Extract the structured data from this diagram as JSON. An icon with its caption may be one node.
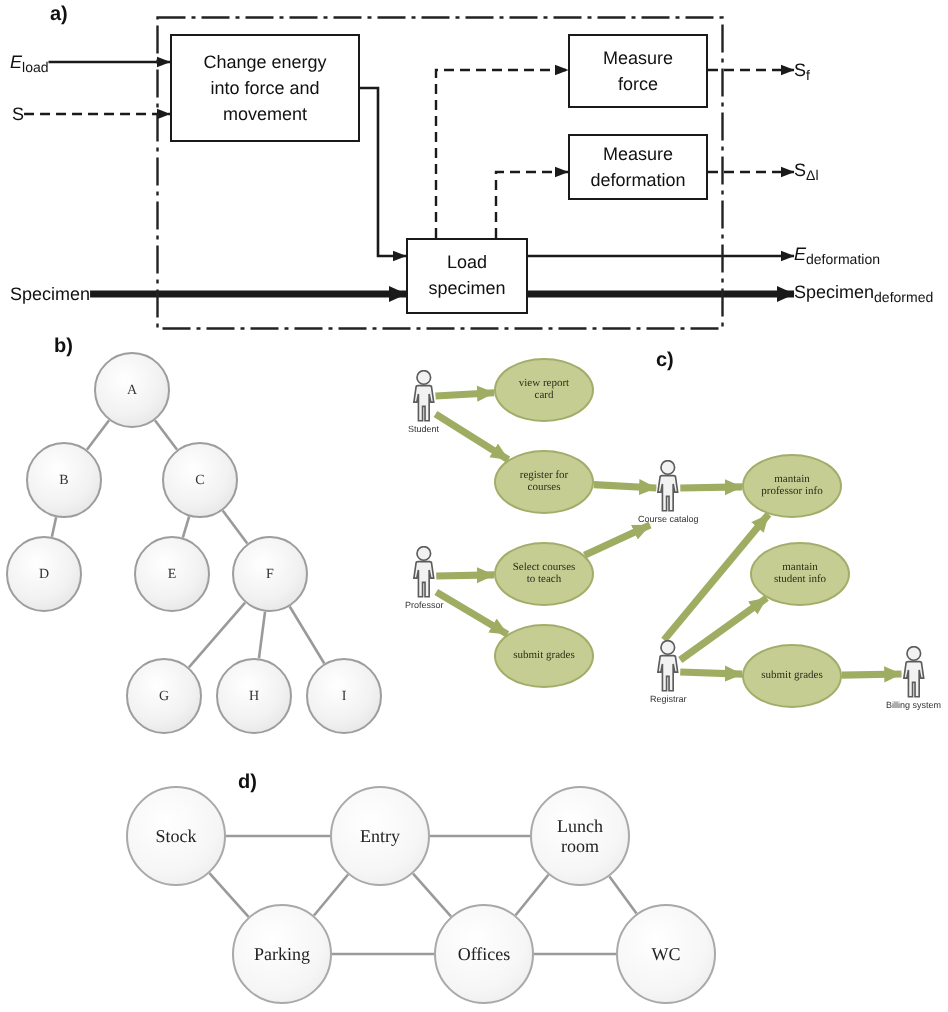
{
  "diagram": {
    "nodes": [
      {
        "text": [
          "*E*$_{load}$"
        ]
      },
      {
        "text": [
          "S"
        ]
      },
      {
        "text": [],
        "shape": "box"
      },
      {
        "text": [
          "Change energy into force and movement"
        ],
        "in": 2
      },
      {
        "text": [
          "Measure force"
        ],
        "in": 2
      },
      {
        "text": [
          "Measure deformation"
        ],
        "in": 2
      },
      {
        "text": [
          "Load specimen"
        ],
        "in": 2
      },
      {
        "text": [
          "Specimen"
        ]
      },
      {
        "text": [
          "S$_{f}$"
        ]
      },
      {
        "text": [
          "S$_{Δl}$"
        ]
      },
      {
        "text": [
          "*E*$_{deformation}$"
        ]
      },
      {
        "text": [
          "Specimen$_{deformed}$"
        ]
      },
      {
        "text": [
          "A"
        ]
      },
      {
        "text": [
          "B"
        ]
      },
      {
        "text": [
          "C"
        ]
      },
      {
        "text": [
          "D"
        ]
      },
      {
        "text": [
          "E"
        ]
      },
      {
        "text": [
          "F"
        ]
      },
      {
        "text": [
          "G"
        ]
      },
      {
        "text": [
          "H"
        ]
      },
      {
        "text": [
          "I"
        ]
      },
      {
        "text": [
          "Student"
        ]
      },
      {
        "text": [
          "view report card"
        ]
      },
      {
        "text": [
          "register for courses"
        ]
      },
      {
        "text": [
          "Course catalog"
        ]
      },
      {
        "text": [
          "mantain professor info"
        ]
      },
      {
        "text": [
          "Professor"
        ]
      },
      {
        "text": [
          "Select courses to teach"
        ]
      },
      {
        "text": [
          "mantain student info"
        ]
      },
      {
        "text": [
          "submit grades"
        ]
      },
      {
        "text": [
          "Registrar"
        ]
      },
      {
        "text": [
          "submit grades"
        ]
      },
      {
        "text": [
          "Billing system"
        ]
      },
      {
        "text": [
          "Stock"
        ]
      },
      {
        "text": [
          "Entry"
        ]
      },
      {
        "text": [
          "Lunch room"
        ]
      },
      {
        "text": [
          "Parking"
        ]
      },
      {
        "text": [
          "Offices"
        ]
      },
      {
        "text": [
          "WC"
        ]
      }
    ],
    "edges": [
      {
        "from": 0,
        "to": 3,
        "arrow": "to",
        "color": "#1a1a1a"
      },
      {
        "from": 1,
        "to": 3,
        "arrow": "to",
        "style": "dashed",
        "color": "#1a1a1a"
      },
      {
        "from": 3,
        "to": 6,
        "arrow": "to",
        "color": "#1a1a1a"
      },
      {
        "from": 7,
        "to": 6,
        "arrow": "to",
        "style": "thick",
        "color": "#1a1a1a"
      },
      {
        "from": 6,
        "to": 4,
        "arrow": "to",
        "style": "dashed",
        "color": "#1a1a1a"
      },
      {
        "from": 6,
        "to": 5,
        "arrow": "to",
        "style": "dashed",
        "color": "#1a1a1a"
      },
      {
        "from": 4,
        "to": 8,
        "arrow": "to",
        "style": "dashed",
        "color": "#1a1a1a"
      },
      {
        "from": 5,
        "to": 9,
        "arrow": "to",
        "style": "dashed",
        "color": "#1a1a1a"
      },
      {
        "from": 6,
        "to": 10,
        "arrow": "to",
        "color": "#1a1a1a"
      },
      {
        "from": 6,
        "to": 11,
        "arrow": "to",
        "style": "thick",
        "color": "#1a1a1a"
      },
      {
        "from": 12,
        "to": 13,
        "arrow": "none"
      },
      {
        "from": 12,
        "to": 14,
        "arrow": "none"
      },
      {
        "from": 13,
        "to": 15,
        "arrow": "none"
      },
      {
        "from": 14,
        "to": 16,
        "arrow": "none"
      },
      {
        "from": 14,
        "to": 17,
        "arrow": "none"
      },
      {
        "from": 17,
        "to": 18,
        "arrow": "none"
      },
      {
        "from": 17,
        "to": 19,
        "arrow": "none"
      },
      {
        "from": 17,
        "to": 20,
        "arrow": "none"
      },
      {
        "from": 21,
        "to": 22,
        "arrow": "to",
        "style": "thick",
        "color": "#9fad63"
      },
      {
        "from": 21,
        "to": 23,
        "arrow": "to",
        "style": "thick",
        "color": "#9fad63"
      },
      {
        "from": 23,
        "to": 24,
        "arrow": "to",
        "style": "thick",
        "color": "#9fad63"
      },
      {
        "from": 24,
        "to": 25,
        "arrow": "to",
        "style": "thick",
        "color": "#9fad63"
      },
      {
        "from": 26,
        "to": 27,
        "arrow": "to",
        "style": "thick",
        "color": "#9fad63"
      },
      {
        "from": 26,
        "to": 29,
        "arrow": "to",
        "style": "thick",
        "color": "#9fad63"
      },
      {
        "from": 27,
        "to": 24,
        "arrow": "to",
        "style": "thick",
        "color": "#9fad63"
      },
      {
        "from": 30,
        "to": 25,
        "arrow": "to",
        "style": "thick",
        "color": "#9fad63"
      },
      {
        "from": 30,
        "to": 28,
        "arrow": "to",
        "style": "thick",
        "color": "#9fad63"
      },
      {
        "from": 30,
        "to": 31,
        "arrow": "to",
        "style": "thick",
        "color": "#9fad63"
      },
      {
        "from": 31,
        "to": 32,
        "arrow": "to",
        "style": "thick",
        "color": "#9fad63"
      },
      {
        "from": 33,
        "to": 34,
        "arrow": "none"
      },
      {
        "from": 34,
        "to": 35,
        "arrow": "none"
      },
      {
        "from": 33,
        "to": 36,
        "arrow": "none"
      },
      {
        "from": 34,
        "to": 36,
        "arrow": "none"
      },
      {
        "from": 34,
        "to": 37,
        "arrow": "none"
      },
      {
        "from": 35,
        "to": 37,
        "arrow": "none"
      },
      {
        "from": 35,
        "to": 38,
        "arrow": "none"
      },
      {
        "from": 36,
        "to": 37,
        "arrow": "none"
      },
      {
        "from": 37,
        "to": 38,
        "arrow": "none"
      }
    ],
    "labels": [
      "a)",
      "b)",
      "c)",
      "d)"
    ]
  }
}
